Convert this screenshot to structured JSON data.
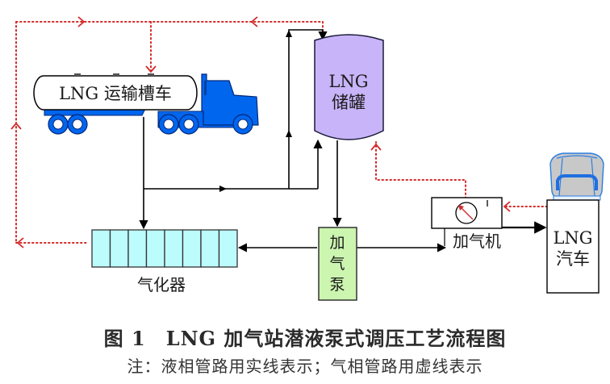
{
  "figure": {
    "title": "图 1　LNG 加气站潜液泵式调压工艺流程图",
    "note": "注：液相管路用实线表示；气相管路用虚线表示"
  },
  "nodes": {
    "tanker": {
      "label": "LNG 运输槽车",
      "icon": "tanker-truck-icon"
    },
    "storage_tank": {
      "label_line1": "LNG",
      "label_line2": "储罐"
    },
    "vaporizer": {
      "label": "气化器",
      "cells": 8
    },
    "pump": {
      "label_chars": [
        "加",
        "气",
        "泵"
      ]
    },
    "dispenser": {
      "label": "加气机",
      "icon": "pressure-gauge-icon"
    },
    "vehicle": {
      "label_line1": "LNG",
      "label_line2": "汽车",
      "icon": "car-front-icon"
    }
  },
  "legend": {
    "liquid_line": "solid",
    "gas_line": "dotted"
  },
  "colors": {
    "liquid_line": "#000000",
    "gas_line": "#d42a2a",
    "tanker_body": "#0066ee",
    "tank_fill": "#c8b4f8",
    "vaporizer_fill": "#bdfcfc",
    "pump_fill": "#ccf5b0",
    "car_window": "#c8c8c8",
    "car_outline": "#2a7de1"
  }
}
